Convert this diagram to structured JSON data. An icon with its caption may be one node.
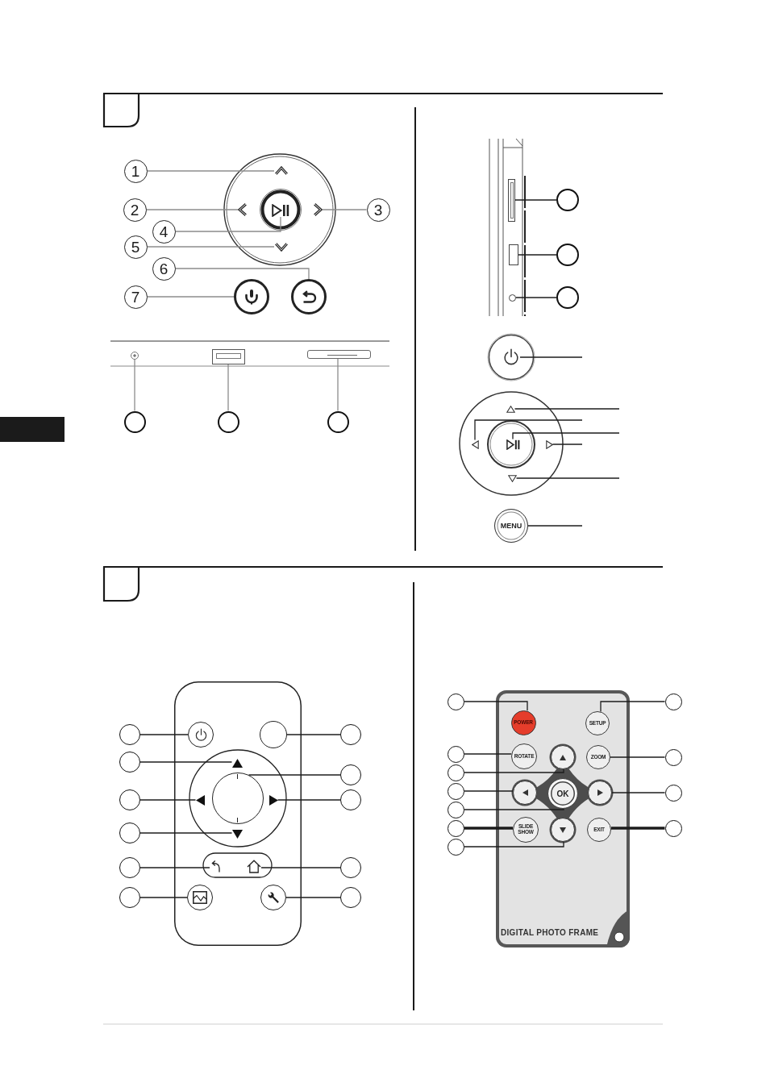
{
  "diagram": {
    "nodes": [
      {
        "text": [
          "1"
        ]
      },
      {
        "text": [
          "2"
        ]
      },
      {
        "text": [
          "3"
        ]
      },
      {
        "text": [
          "4"
        ]
      },
      {
        "text": [
          "5"
        ]
      },
      {
        "text": [
          "6"
        ]
      },
      {
        "text": [
          "7"
        ]
      },
      {
        "text": [],
        "shape": "chevron"
      },
      {
        "text": [],
        "shape": "chevron"
      },
      {
        "text": [],
        "shape": "picture"
      },
      {
        "text": [],
        "shape": "chevron"
      },
      {
        "text": [],
        "shape": "chevron"
      },
      {
        "text": [],
        "shape": "circle"
      },
      {
        "text": [],
        "shape": "circle"
      },
      {
        "text": [],
        "shape": "circle"
      },
      {
        "text": [],
        "shape": "box"
      },
      {
        "text": [],
        "shape": "bar"
      },
      {
        "text": [],
        "shape": "circle"
      },
      {
        "text": [],
        "shape": "circle"
      },
      {
        "text": [],
        "shape": "circle"
      },
      {
        "text": [],
        "shape": "bar"
      },
      {
        "text": [],
        "shape": "circle"
      },
      {
        "text": [],
        "shape": "box"
      },
      {
        "text": [],
        "shape": "circle"
      },
      {
        "text": [],
        "shape": "circle"
      },
      {
        "text": [],
        "shape": "circle"
      },
      {
        "text": [],
        "shape": "picture"
      },
      {
        "text": [],
        "shape": "triangle"
      },
      {
        "text": [],
        "shape": "triangle"
      },
      {
        "text": [],
        "shape": "picture"
      },
      {
        "text": [],
        "shape": "triangle"
      },
      {
        "text": [],
        "shape": "triangle"
      },
      {
        "text": [
          "MENU"
        ]
      },
      {
        "text": [],
        "shape": "box"
      },
      {
        "text": [],
        "shape": "circle"
      },
      {
        "text": [],
        "shape": "circle",
        "in": 33
      },
      {
        "text": [],
        "shape": "circle",
        "in": 33
      },
      {
        "text": [],
        "shape": "circle"
      },
      {
        "text": [],
        "shape": "circle"
      },
      {
        "text": [],
        "shape": "triangle",
        "in": 33
      },
      {
        "text": [],
        "shape": "circle"
      },
      {
        "text": [],
        "shape": "circle",
        "in": 33
      },
      {
        "text": [],
        "shape": "circle"
      },
      {
        "text": [],
        "shape": "triangle",
        "in": 33
      },
      {
        "text": [],
        "shape": "triangle",
        "in": 33
      },
      {
        "text": [],
        "shape": "circle"
      },
      {
        "text": [],
        "shape": "circle"
      },
      {
        "text": [],
        "shape": "triangle",
        "in": 33
      },
      {
        "text": [],
        "shape": "circle"
      },
      {
        "text": [],
        "shape": "picture",
        "in": 33
      },
      {
        "text": [],
        "shape": "picture",
        "in": 33
      },
      {
        "text": [],
        "shape": "circle"
      },
      {
        "text": [],
        "shape": "circle"
      },
      {
        "text": [],
        "shape": "circle",
        "in": 33
      },
      {
        "text": [],
        "shape": "circle",
        "in": 33
      },
      {
        "text": [],
        "shape": "circle"
      },
      {
        "text": [
          "DIGITAL PHOTO FRAME"
        ]
      },
      {
        "text": [],
        "shape": "circle"
      },
      {
        "text": [
          "POWER"
        ],
        "in": 56
      },
      {
        "text": [
          "SETUP"
        ],
        "in": 56
      },
      {
        "text": [],
        "shape": "circle"
      },
      {
        "text": [],
        "shape": "circle"
      },
      {
        "text": [
          "ROTATE"
        ],
        "in": 56
      },
      {
        "text": [],
        "shape": "circle",
        "in": 56
      },
      {
        "text": [
          "ZOOM"
        ],
        "in": 56
      },
      {
        "text": [],
        "shape": "circle"
      },
      {
        "text": [],
        "shape": "circle"
      },
      {
        "text": [],
        "shape": "circle"
      },
      {
        "text": [],
        "shape": "circle",
        "in": 56
      },
      {
        "text": [
          "OK"
        ],
        "in": 56
      },
      {
        "text": [],
        "shape": "circle",
        "in": 56
      },
      {
        "text": [],
        "shape": "circle"
      },
      {
        "text": [],
        "shape": "circle"
      },
      {
        "text": [],
        "shape": "circle"
      },
      {
        "text": [
          "SLIDE SHOW"
        ],
        "in": 56
      },
      {
        "text": [],
        "shape": "circle",
        "in": 56
      },
      {
        "text": [
          "EXIT"
        ],
        "in": 56
      },
      {
        "text": [],
        "shape": "circle"
      },
      {
        "text": [],
        "shape": "circle"
      }
    ],
    "edges": [
      {
        "from": 0,
        "to": 7,
        "arrow": "none",
        "color": "#8c8c8c"
      },
      {
        "from": 1,
        "to": 8,
        "arrow": "none",
        "color": "#8c8c8c"
      },
      {
        "from": 2,
        "to": 10,
        "arrow": "none",
        "color": "#8c8c8c"
      },
      {
        "from": 3,
        "to": 9,
        "arrow": "none",
        "color": "#8c8c8c"
      },
      {
        "from": 4,
        "to": 11,
        "arrow": "none",
        "color": "#8c8c8c"
      },
      {
        "from": 5,
        "to": 13,
        "arrow": "none",
        "color": "#8c8c8c"
      },
      {
        "from": 6,
        "to": 12,
        "arrow": "none",
        "color": "#8c8c8c"
      },
      {
        "from": 17,
        "to": 14,
        "arrow": "none",
        "color": "#8c8c8c"
      },
      {
        "from": 18,
        "to": 15,
        "arrow": "none",
        "color": "#8c8c8c"
      },
      {
        "from": 19,
        "to": 16,
        "arrow": "none",
        "color": "#8c8c8c"
      },
      {
        "from": 21,
        "to": 20,
        "arrow": "none"
      },
      {
        "from": 23,
        "to": 22,
        "arrow": "none"
      },
      {
        "from": 25,
        "to": 24,
        "arrow": "none"
      },
      {
        "from": null,
        "to": 26,
        "arrow": "none"
      },
      {
        "from": null,
        "to": 27,
        "arrow": "none"
      },
      {
        "from": null,
        "to": 28,
        "arrow": "none"
      },
      {
        "from": null,
        "to": 29,
        "arrow": "none"
      },
      {
        "from": null,
        "to": 30,
        "arrow": "none"
      },
      {
        "from": null,
        "to": 31,
        "arrow": "none"
      },
      {
        "from": null,
        "to": 32,
        "arrow": "none"
      },
      {
        "from": 34,
        "to": 35,
        "arrow": "none"
      },
      {
        "from": 37,
        "to": 36,
        "arrow": "none"
      },
      {
        "from": 38,
        "to": 39,
        "arrow": "none"
      },
      {
        "from": 40,
        "to": 41,
        "arrow": "none"
      },
      {
        "from": 42,
        "to": 43,
        "arrow": "none"
      },
      {
        "from": 45,
        "to": 44,
        "arrow": "none"
      },
      {
        "from": 46,
        "to": 47,
        "arrow": "none"
      },
      {
        "from": 48,
        "to": 49,
        "arrow": "none"
      },
      {
        "from": 51,
        "to": 50,
        "arrow": "none"
      },
      {
        "from": 52,
        "to": 53,
        "arrow": "none"
      },
      {
        "from": 55,
        "to": 54,
        "arrow": "none"
      },
      {
        "from": 57,
        "to": 58,
        "arrow": "none"
      },
      {
        "from": 60,
        "to": 59,
        "arrow": "none"
      },
      {
        "from": 61,
        "to": 62,
        "arrow": "none"
      },
      {
        "from": 65,
        "to": 64,
        "arrow": "none"
      },
      {
        "from": 66,
        "to": 63,
        "arrow": "none"
      },
      {
        "from": 67,
        "to": 68,
        "arrow": "none"
      },
      {
        "from": 71,
        "to": 70,
        "arrow": "none"
      },
      {
        "from": 72,
        "to": 69,
        "arrow": "none"
      },
      {
        "from": 73,
        "to": 74,
        "arrow": "none",
        "style": "thick"
      },
      {
        "from": 77,
        "to": 76,
        "arrow": "none",
        "style": "thick"
      },
      {
        "from": 78,
        "to": 75,
        "arrow": "none"
      }
    ]
  }
}
